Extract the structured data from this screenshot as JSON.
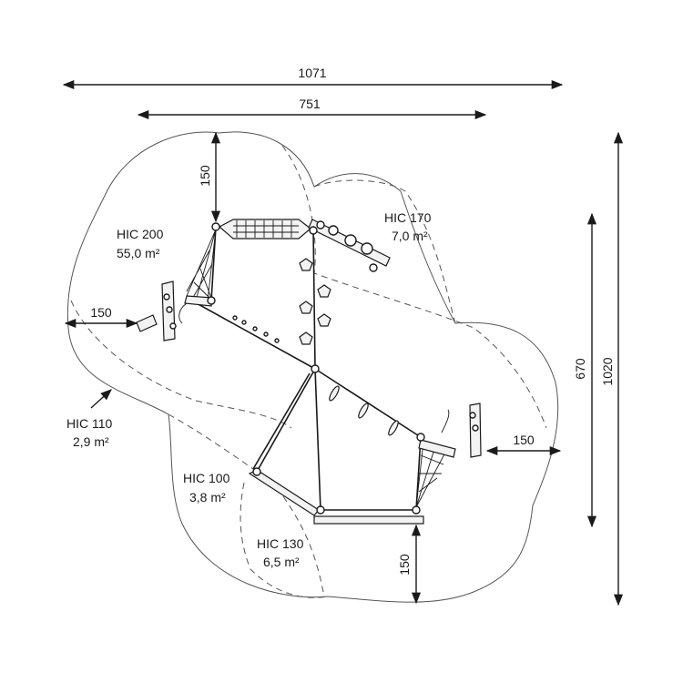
{
  "dimensions": {
    "total_width": "1071",
    "inner_width": "751",
    "total_height": "1020",
    "inner_height": "670",
    "safety_top": "150",
    "safety_left": "150",
    "safety_right": "150",
    "safety_bottom": "150"
  },
  "zones": [
    {
      "id": "hic200",
      "name": "HIC 200",
      "area": "55,0 m²"
    },
    {
      "id": "hic170",
      "name": "HIC  170",
      "area": "7,0 m²"
    },
    {
      "id": "hic110",
      "name": "HIC 110",
      "area": "2,9 m²"
    },
    {
      "id": "hic100",
      "name": "HIC 100",
      "area": "3,8 m²"
    },
    {
      "id": "hic130",
      "name": "HIC 130",
      "area": "6,5 m²"
    }
  ]
}
